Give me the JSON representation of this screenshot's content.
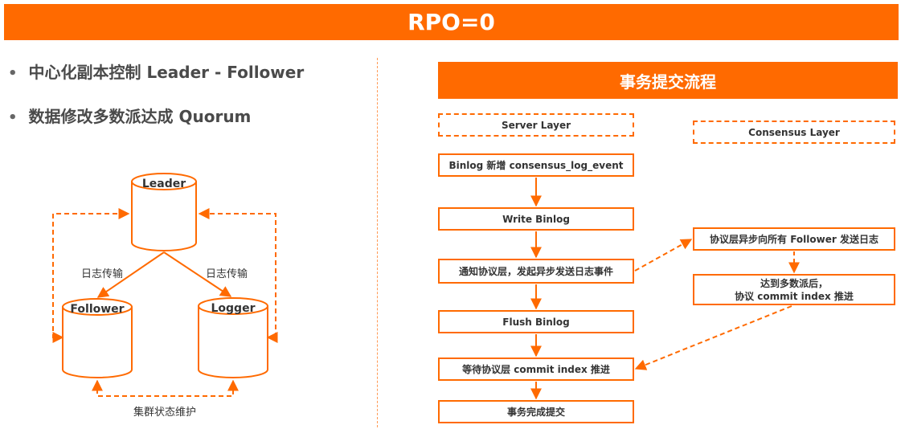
{
  "title": "RPO=0",
  "bullets": [
    "中心化副本控制 Leader - Follower",
    "数据修改多数派达成  Quorum"
  ],
  "cluster": {
    "leader": "Leader",
    "follower": "Follower",
    "logger": "Logger",
    "log_transfer_left": "日志传输",
    "log_transfer_right": "日志传输",
    "state_maintain": "集群状态维护"
  },
  "flow": {
    "header": "事务提交流程",
    "server_layer": "Server Layer",
    "consensus_layer": "Consensus Layer",
    "steps": [
      "Binlog 新增 consensus_log_event",
      "Write Binlog",
      "通知协议层，发起异步发送日志事件",
      "Flush Binlog",
      "等待协议层 commit index 推进",
      "事务完成提交"
    ],
    "consensus_steps": [
      "协议层异步向所有 Follower 发送日志",
      "达到多数派后，",
      "协议 commit index 推进"
    ]
  },
  "colors": {
    "accent": "#ff6a00",
    "text": "#333333"
  }
}
